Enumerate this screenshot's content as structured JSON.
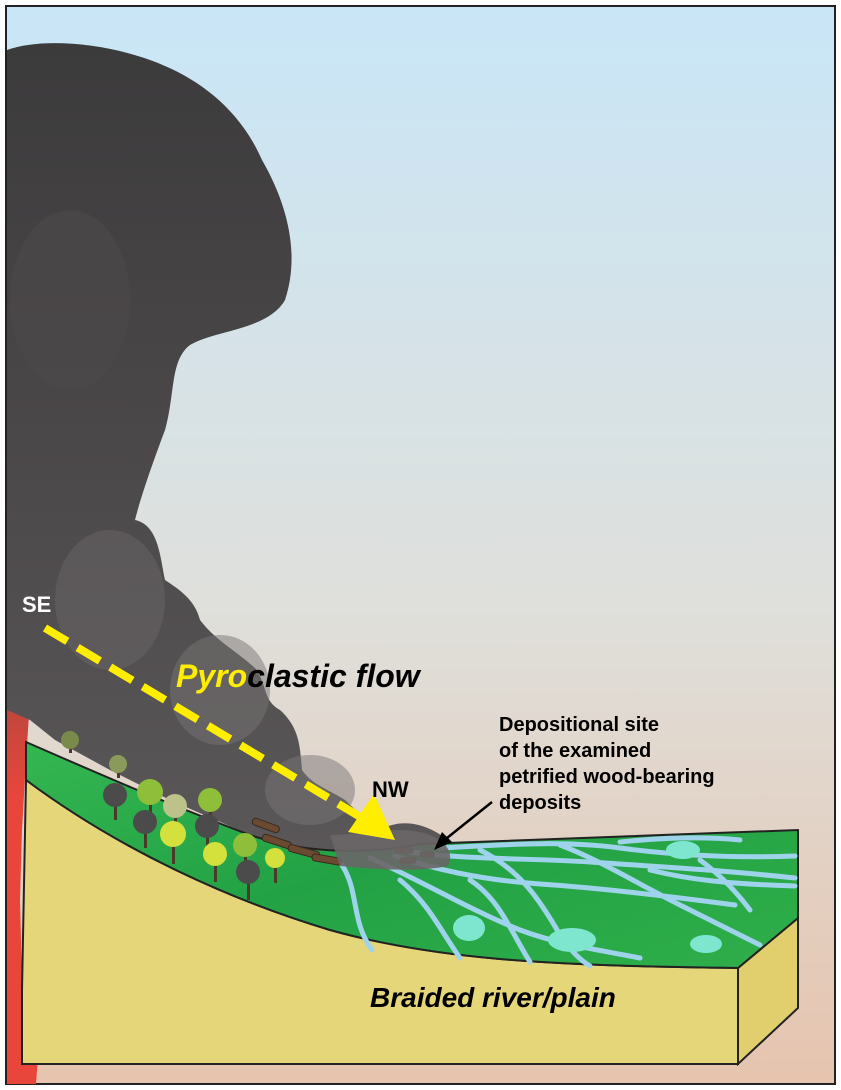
{
  "labels": {
    "se": "SE",
    "nw": "NW",
    "flow_part1": "Pyro",
    "flow_part2": "clastic flow",
    "site_line1": "Depositional site",
    "site_line2": "of the examined",
    "site_line3": "petrified wood-bearing",
    "site_line4": "deposits",
    "river": "Braided river/plain"
  },
  "colors": {
    "sky_top": "#c9e6f7",
    "sky_bottom": "#e6c4ae",
    "ash_cloud": "#555255",
    "land_surface": "#2fae4a",
    "sediment_block": "#e6d67a",
    "river_channels": "#9fd3ec",
    "pond": "#7ee6cf",
    "lava": "#e8463b",
    "arrow": "#ffee00"
  }
}
